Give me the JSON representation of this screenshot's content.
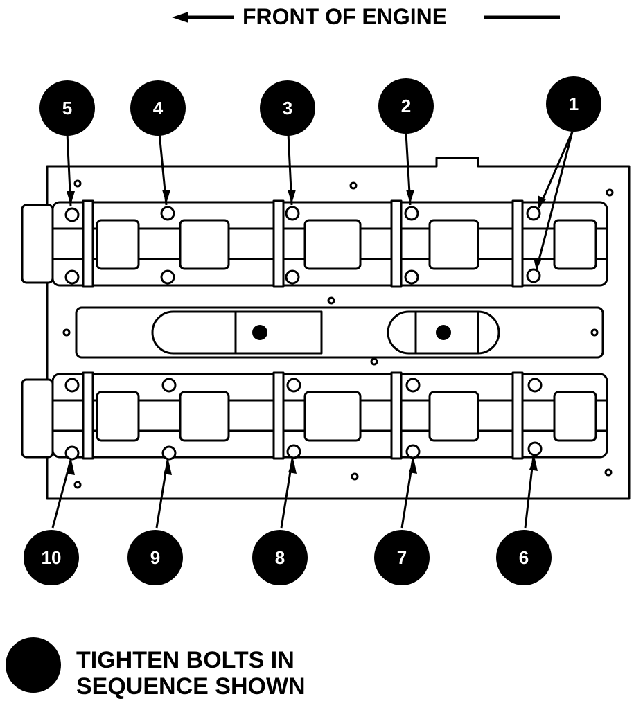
{
  "header": {
    "title": "FRONT OF ENGINE"
  },
  "legend": {
    "line1": "TIGHTEN BOLTS IN",
    "line2": "SEQUENCE SHOWN"
  },
  "sequence_top": [
    "5",
    "4",
    "3",
    "2",
    "1"
  ],
  "sequence_bottom": [
    "10",
    "9",
    "8",
    "7",
    "6"
  ],
  "colors": {
    "ink": "#000000",
    "paper": "#ffffff"
  }
}
